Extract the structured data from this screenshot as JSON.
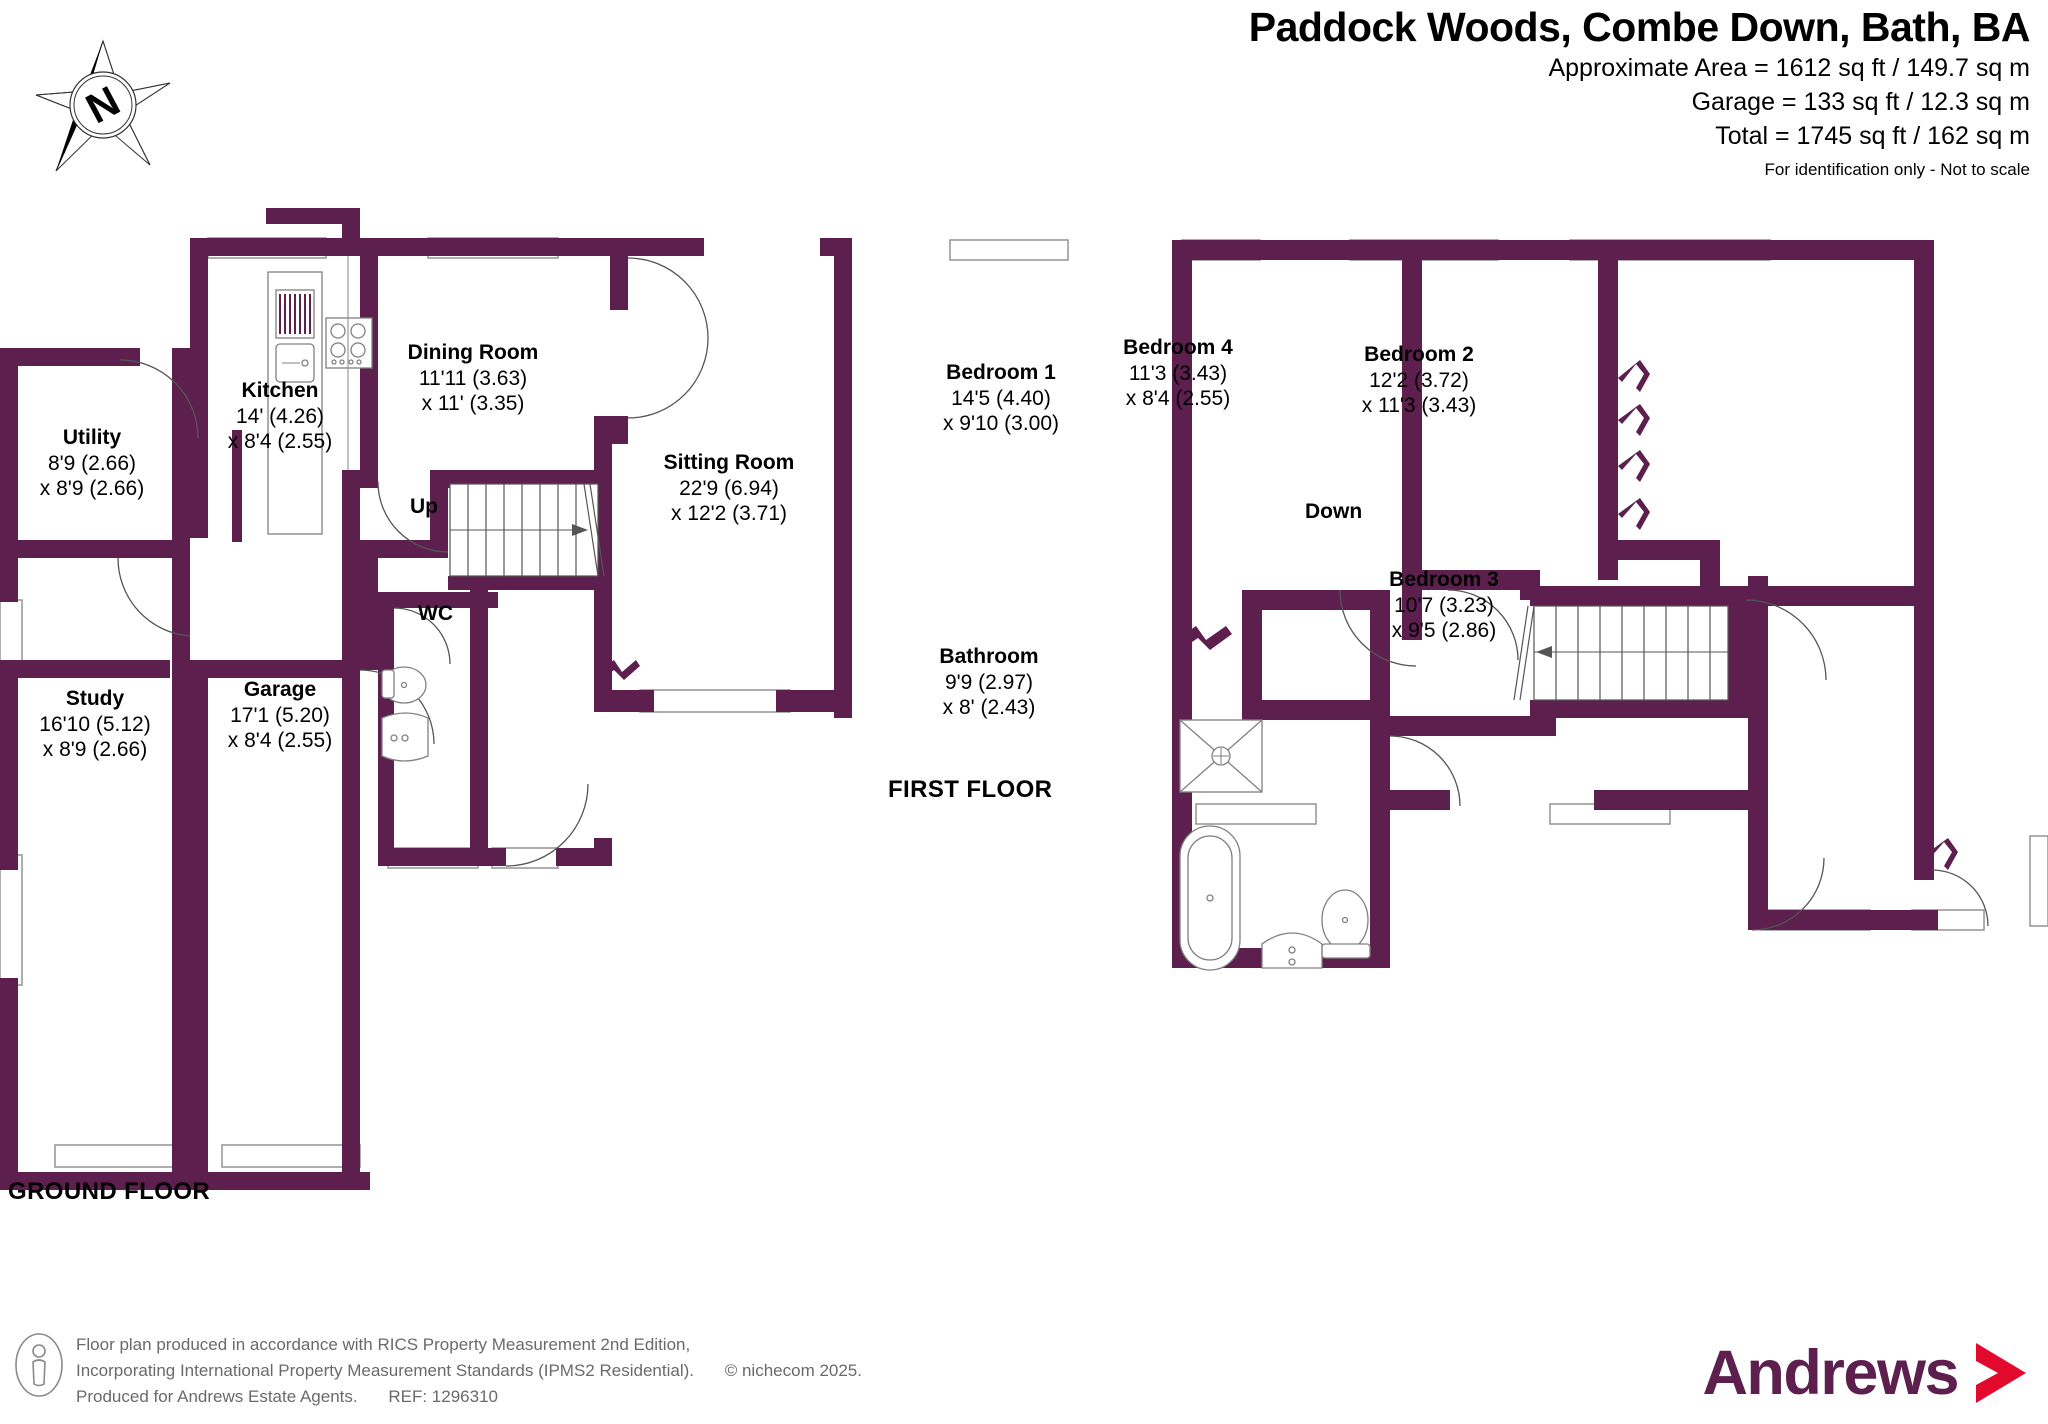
{
  "header": {
    "title": "Paddock Woods, Combe Down, Bath, BA",
    "area_lines": [
      "Approximate Area = 1612 sq ft / 149.7 sq m",
      "Garage = 133 sq ft / 12.3 sq m",
      "Total = 1745 sq ft / 162 sq m"
    ],
    "disclaimer": "For identification only - Not to scale"
  },
  "compass": {
    "label": "N"
  },
  "floors": [
    {
      "id": "ground",
      "title": "GROUND FLOOR"
    },
    {
      "id": "first",
      "title": "FIRST FLOOR"
    }
  ],
  "ground_floor": {
    "title": "GROUND FLOOR",
    "rooms": [
      {
        "name": "Utility",
        "dim1": "8'9 (2.66)",
        "dim2": "x 8'9 (2.66)"
      },
      {
        "name": "Kitchen",
        "dim1": "14' (4.26)",
        "dim2": "x 8'4 (2.55)"
      },
      {
        "name": "Dining Room",
        "dim1": "11'11 (3.63)",
        "dim2": "x 11' (3.35)"
      },
      {
        "name": "Sitting Room",
        "dim1": "22'9 (6.94)",
        "dim2": "x 12'2 (3.71)"
      },
      {
        "name": "Study",
        "dim1": "16'10 (5.12)",
        "dim2": "x 8'9 (2.66)"
      },
      {
        "name": "Garage",
        "dim1": "17'1 (5.20)",
        "dim2": "x 8'4 (2.55)"
      }
    ],
    "wc_label": "WC",
    "stair_label": "Up"
  },
  "first_floor": {
    "title": "FIRST FLOOR",
    "rooms": [
      {
        "name": "Bedroom 1",
        "dim1": "14'5 (4.40)",
        "dim2": "x 9'10 (3.00)"
      },
      {
        "name": "Bedroom 4",
        "dim1": "11'3 (3.43)",
        "dim2": "x 8'4 (2.55)"
      },
      {
        "name": "Bedroom 2",
        "dim1": "12'2 (3.72)",
        "dim2": "x 11'3 (3.43)"
      },
      {
        "name": "Bedroom 3",
        "dim1": "10'7 (3.23)",
        "dim2": "x 9'5 (2.86)"
      },
      {
        "name": "Bathroom",
        "dim1": "9'9 (2.97)",
        "dim2": "x 8' (2.43)"
      }
    ],
    "stair_label": "Down"
  },
  "footer": {
    "line1": "Floor plan produced in accordance with RICS Property Measurement 2nd Edition,",
    "line2": "Incorporating International Property Measurement Standards (IPMS2 Residential).",
    "copyright": "© nichecom 2025.",
    "line3": "Produced for Andrews Estate Agents.",
    "ref": "REF: 1296310"
  },
  "brand": {
    "name": "Andrews",
    "wordmark_color": "#5c1f4e",
    "chevron_color": "#e1092c"
  },
  "colors": {
    "wall": "#5c1f4e",
    "fixture_outline": "#808080",
    "text": "#000000",
    "footer_text": "#6a6a6a"
  }
}
